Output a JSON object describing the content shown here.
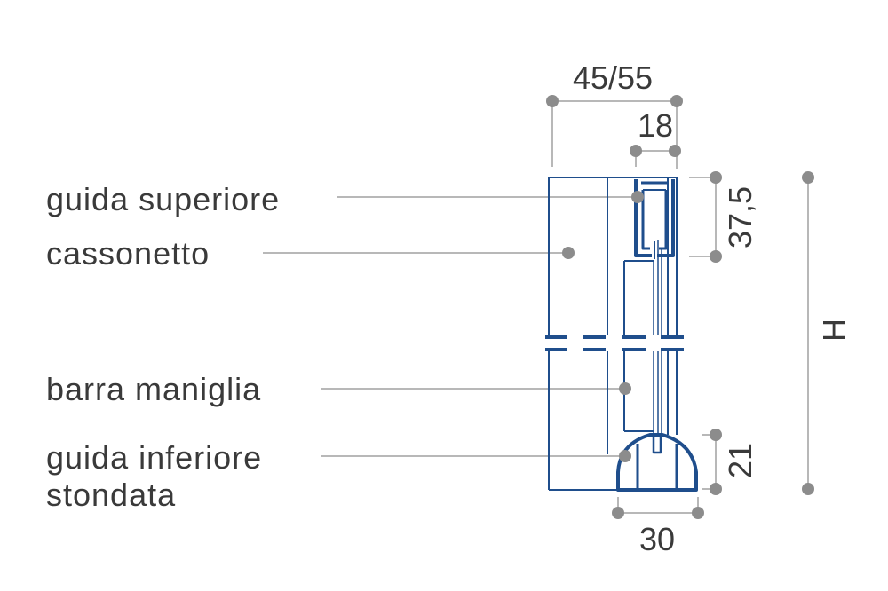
{
  "colors": {
    "profile": "#1f4e8c",
    "dimension_line": "#b8b8b8",
    "marker": "#8c8c8c",
    "text": "#3a3a3a"
  },
  "labels": {
    "top_rail": "guida superiore",
    "box": "cassonetto",
    "handle_bar": "barra maniglia",
    "bottom_rail_line1": "guida inferiore",
    "bottom_rail_line2": "stondata"
  },
  "dimensions": {
    "overall_width": "45/55",
    "top_rail_width": "18",
    "top_height": "37,5",
    "bottom_height": "21",
    "bottom_width": "30",
    "total_height": "H"
  }
}
